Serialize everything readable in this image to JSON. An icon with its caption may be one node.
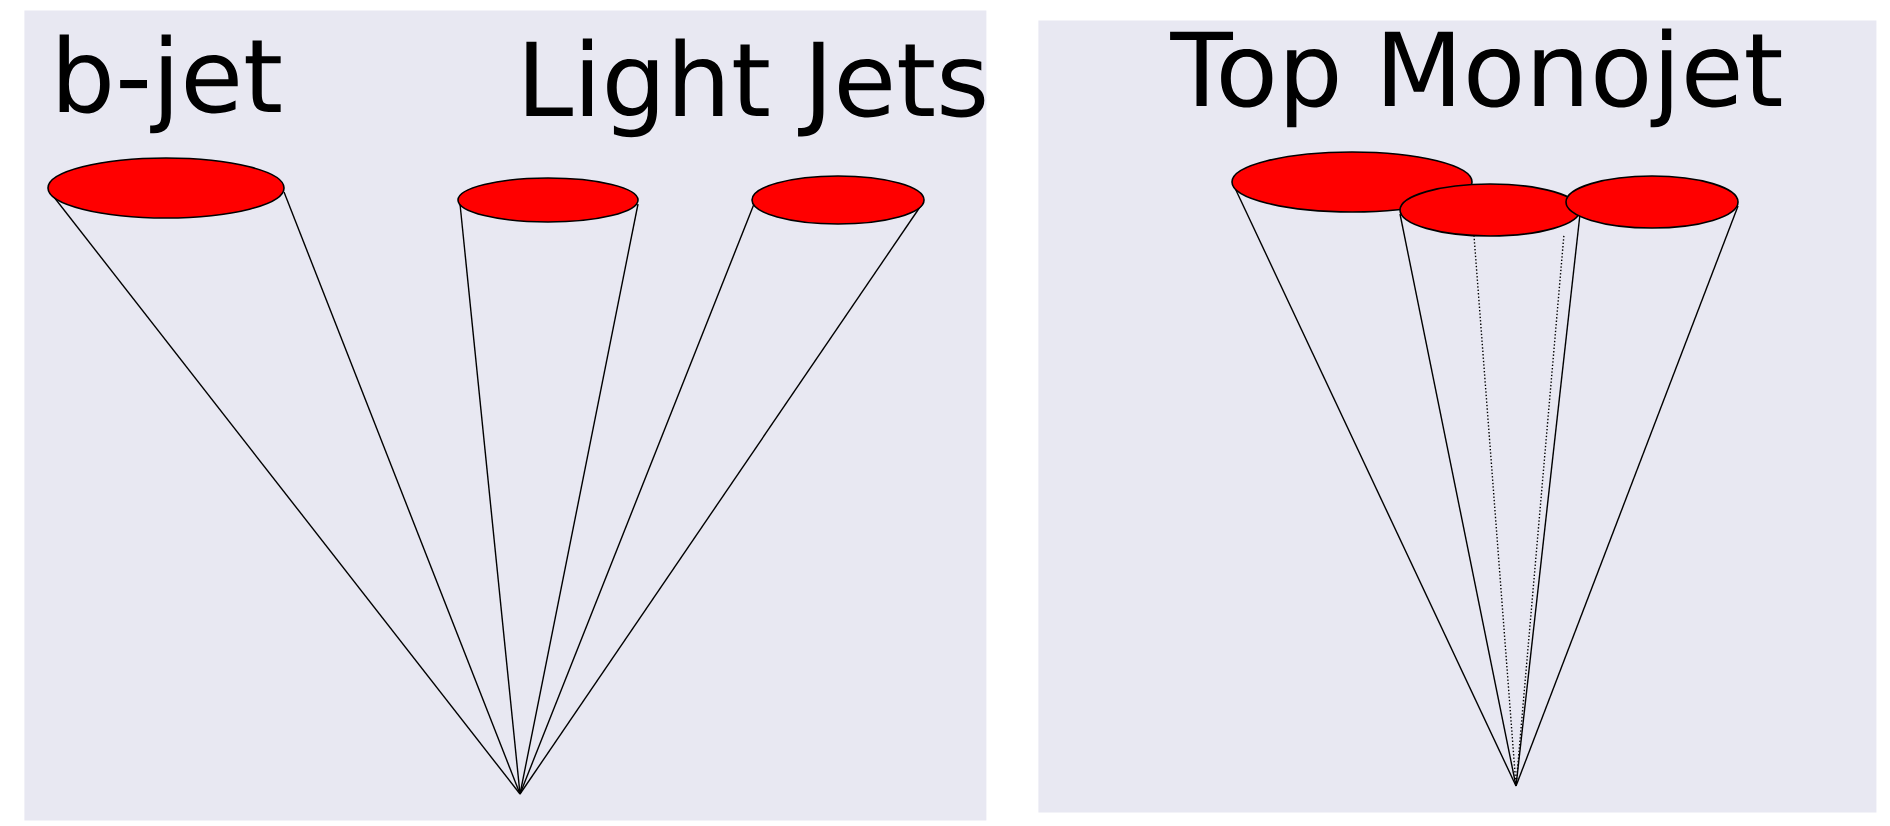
{
  "diagram": {
    "nodes": [
      {
        "text": [
          "b-jet",
          "Light Jets"
        ]
      },
      {
        "text": [],
        "shape": "cone",
        "in": 0
      },
      {
        "text": [],
        "shape": "cone",
        "in": 0
      },
      {
        "text": [],
        "shape": "cone",
        "in": 0
      },
      {
        "text": [
          "Top Monojet"
        ]
      },
      {
        "text": [],
        "shape": "cone",
        "in": 4
      },
      {
        "text": [],
        "shape": "cone",
        "in": 4
      },
      {
        "text": [],
        "shape": "cone",
        "in": 4
      }
    ]
  }
}
